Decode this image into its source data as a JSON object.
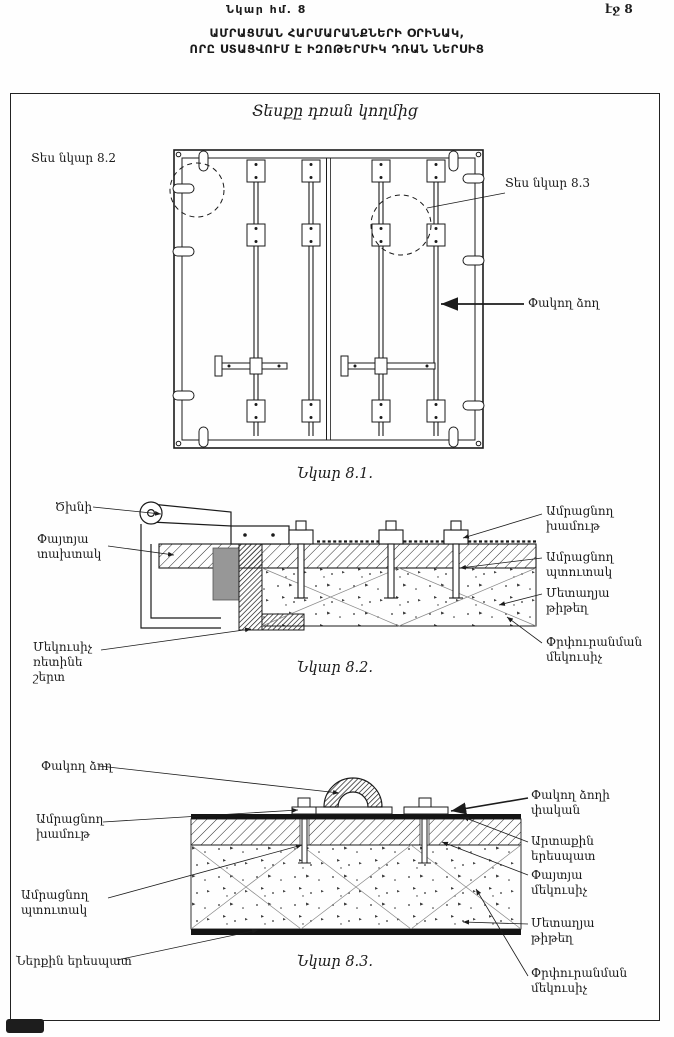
{
  "page": {
    "header_center": "Նկար հմ. 8",
    "page_number": "էջ 8",
    "title_line1": "ԱՄՐԱՑՄԱՆ ՀԱՐՄԱՐԱՆՔՆԵՐԻ ՕՐԻՆԱԿ,",
    "title_line2": "ՈՐԸ ՍՏԱՑՎՈՒՄ Է ԻԶՈԹԵՐՄԻԿ ԴՌԱՆ ՆԵՐՍԻՑ"
  },
  "figure1": {
    "view_title": "Տեսքը դռան կողմից",
    "see_fig_left": "Տես նկար 8.2",
    "see_fig_right": "Տես նկար 8.3",
    "closing_rod_label": "Փակող ձող",
    "caption": "Նկար 8.1."
  },
  "figure2": {
    "hinge_label": "Ծխնի",
    "wooden_board_label": "Փայտյա տախտակ",
    "rubber_layer_label": "Մեկուսիչ ռետինե շերտ",
    "clamp_label": "Ամրացնող խամութ",
    "screw_label": "Ամրացնող պտուտակ",
    "metal_sheet_label": "Մետաղյա թիթեղ",
    "foam_insulation_label": "Փրփուրանման մեկուսիչ",
    "caption": "Նկար 8.2."
  },
  "figure3": {
    "closing_rod_label": "Փակող ձող",
    "clamp_label": "Ամրացնող խամութ",
    "screw_label": "Ամրացնող պտուտակ",
    "inner_facing_label": "Ներքին երեսպատ",
    "rod_latch_label": "Փակող ձողի փական",
    "outer_facing_label": "Արտաքին երեսպատ",
    "wooden_insulation_label": "Փայտյա մեկուսիչ",
    "metal_sheet_label": "Մետաղյա թիթեղ",
    "foam_insulation_label": "Փրփուրանման մեկուսիչ",
    "caption": "Նկար 8.3."
  }
}
